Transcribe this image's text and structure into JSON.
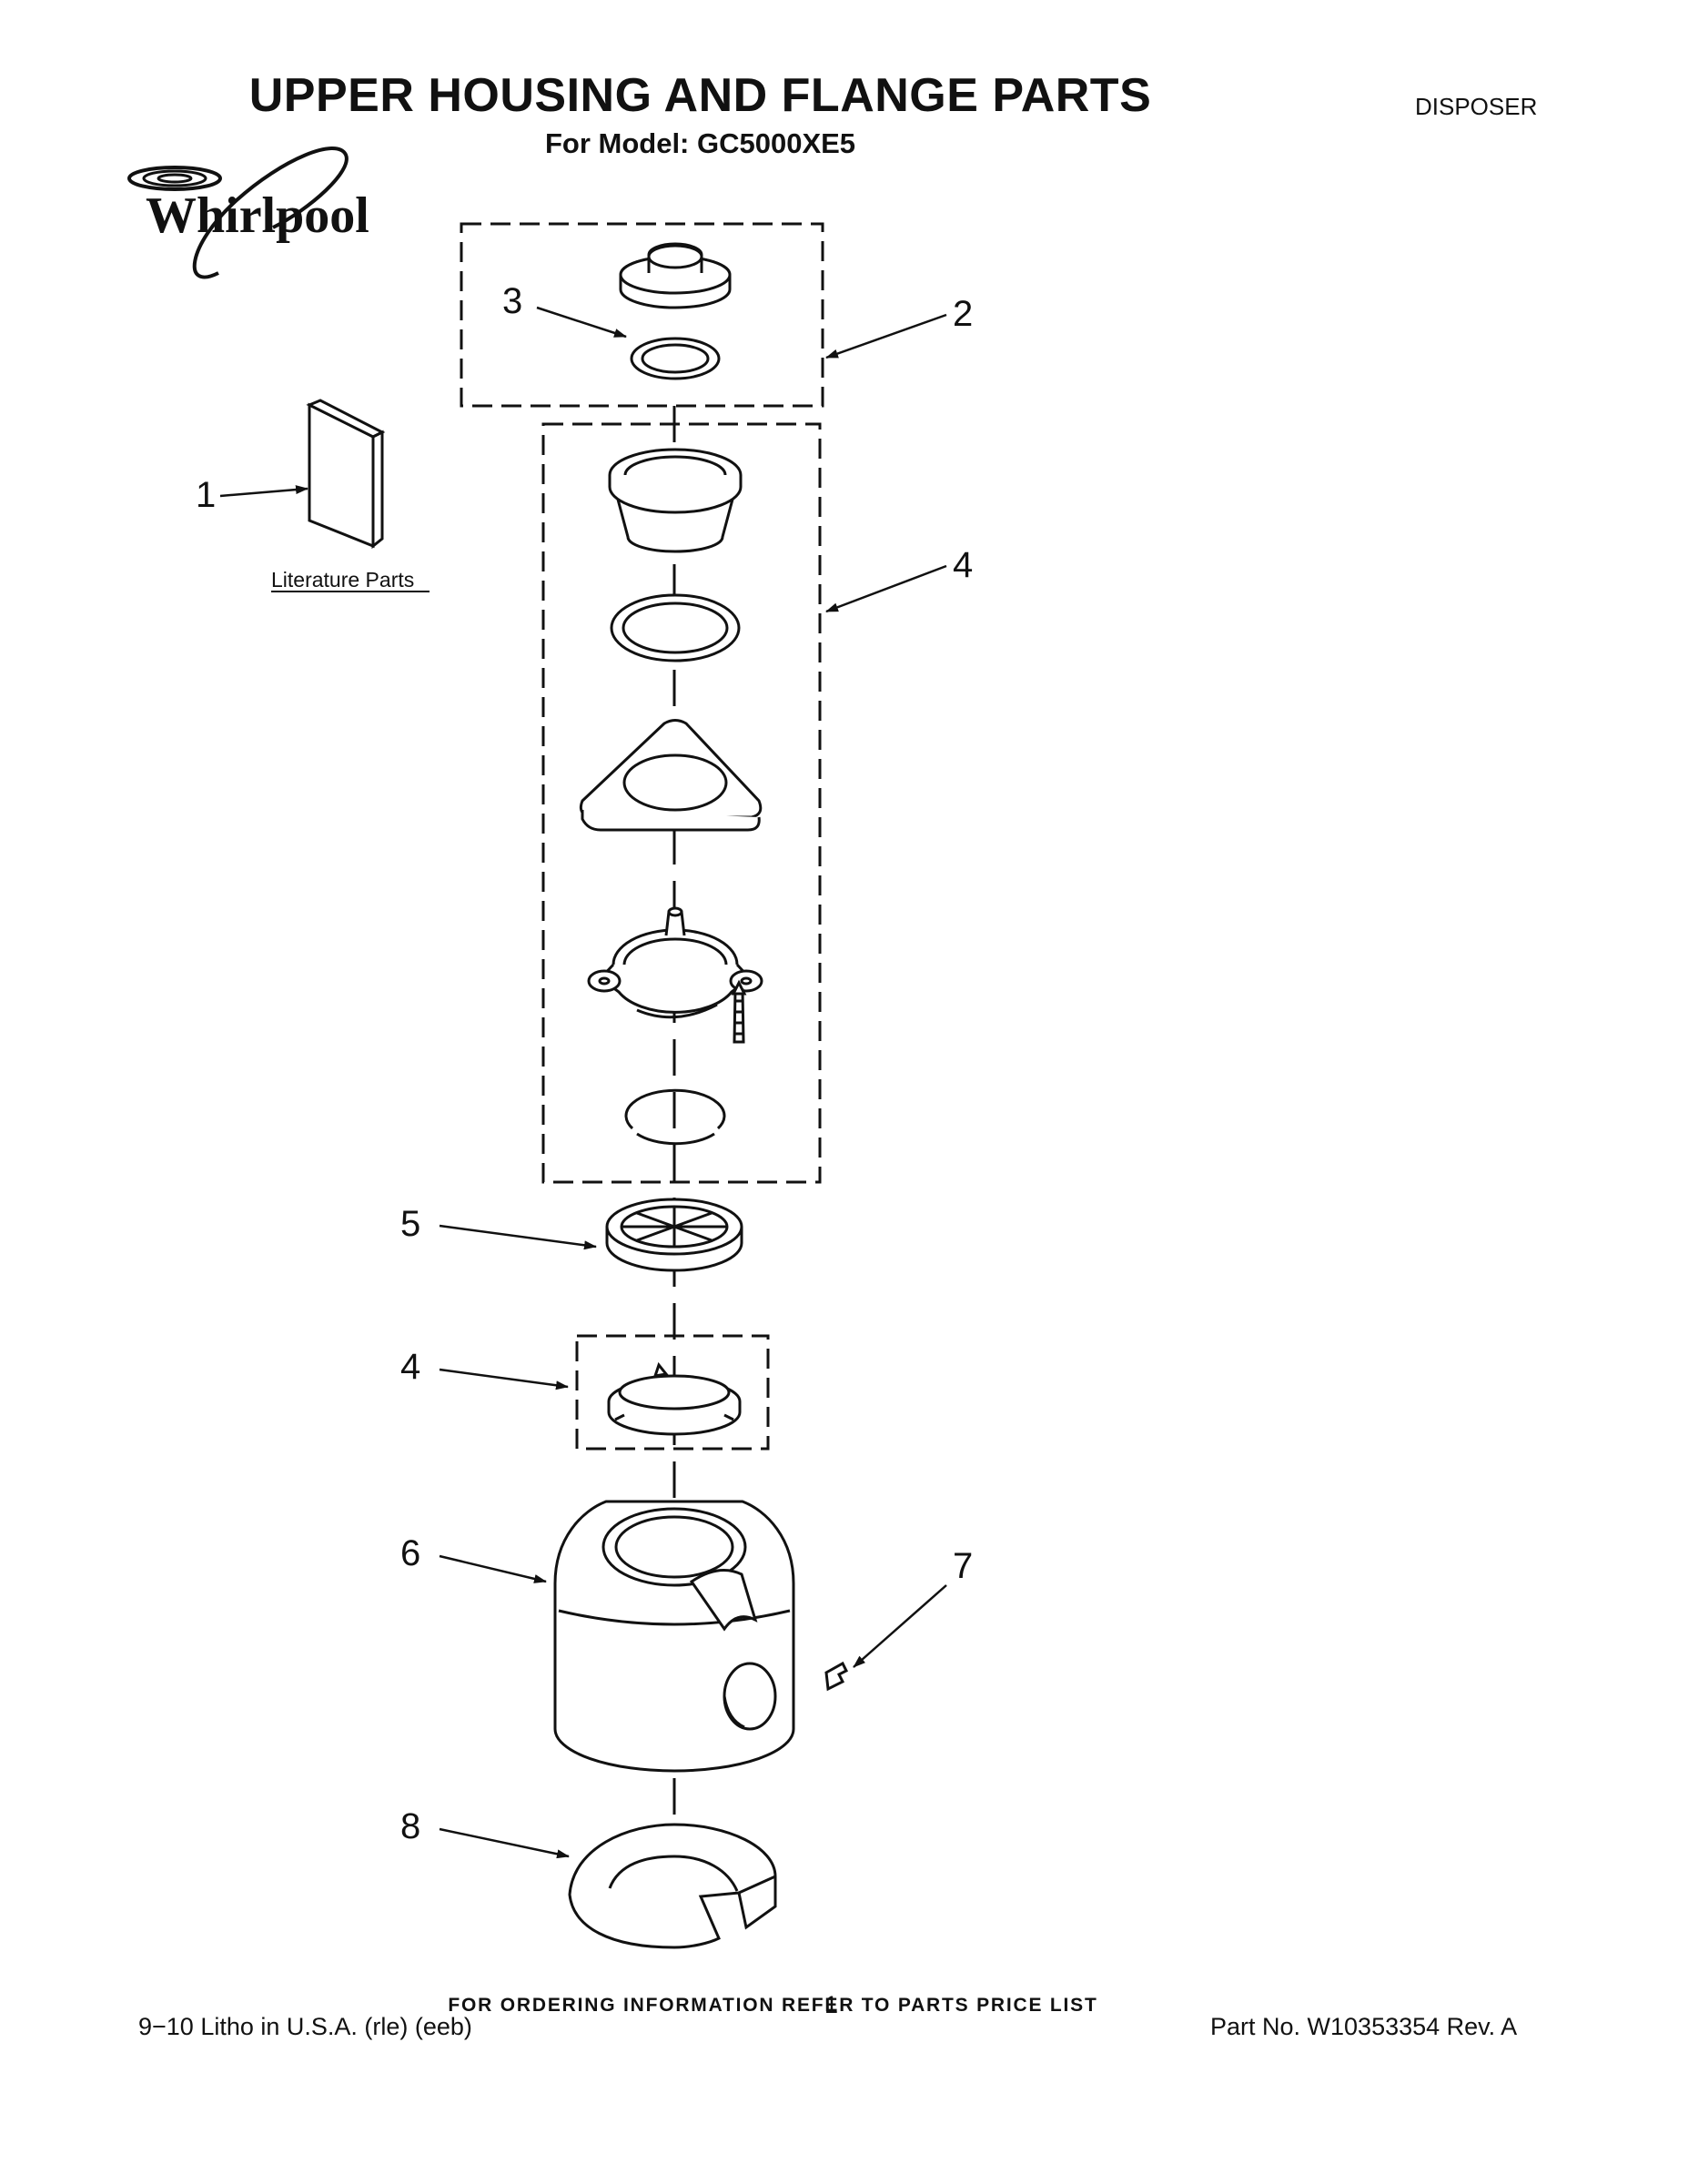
{
  "header": {
    "title": "UPPER HOUSING AND FLANGE PARTS",
    "subtitle": "For Model: GC5000XE5",
    "category": "DISPOSER"
  },
  "logo": {
    "brand_text": "Whirlpool"
  },
  "literature": {
    "label": "Literature Parts"
  },
  "callouts": [
    {
      "id": "1",
      "label": "1"
    },
    {
      "id": "2",
      "label": "2"
    },
    {
      "id": "3",
      "label": "3"
    },
    {
      "id": "4a",
      "label": "4"
    },
    {
      "id": "5",
      "label": "5"
    },
    {
      "id": "4b",
      "label": "4"
    },
    {
      "id": "6",
      "label": "6"
    },
    {
      "id": "7",
      "label": "7"
    },
    {
      "id": "8",
      "label": "8"
    }
  ],
  "footer": {
    "ordering_note": "FOR ORDERING INFORMATION REFER TO PARTS PRICE LIST",
    "print_info": "9−10 Litho in U.S.A. (rle) (eeb)",
    "page_number": "1",
    "part_number": "Part No. W10353354 Rev. A"
  },
  "colors": {
    "ink": "#111111",
    "background": "#ffffff"
  }
}
